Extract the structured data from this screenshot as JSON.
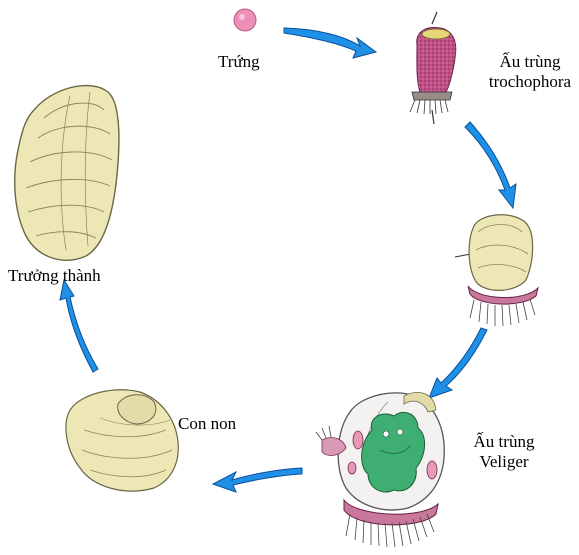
{
  "labels": {
    "egg": "Trứng",
    "trochophora_line1": "Ấu trùng",
    "trochophora_line2": "trochophora",
    "veliger_line1": "Ấu trùng",
    "veliger_line2": "Veliger",
    "juvenile": "Con non",
    "adult": "Trưởng thành"
  },
  "colors": {
    "arrow": "#1e90e6",
    "arrow_dark": "#0a4f9c",
    "shell": "#ece7b4",
    "shell_line": "#6b6646",
    "egg": "#ee8fb8",
    "trochophora_body": "#c05086",
    "velum": "#c8789a",
    "gut": "#3fae72"
  }
}
